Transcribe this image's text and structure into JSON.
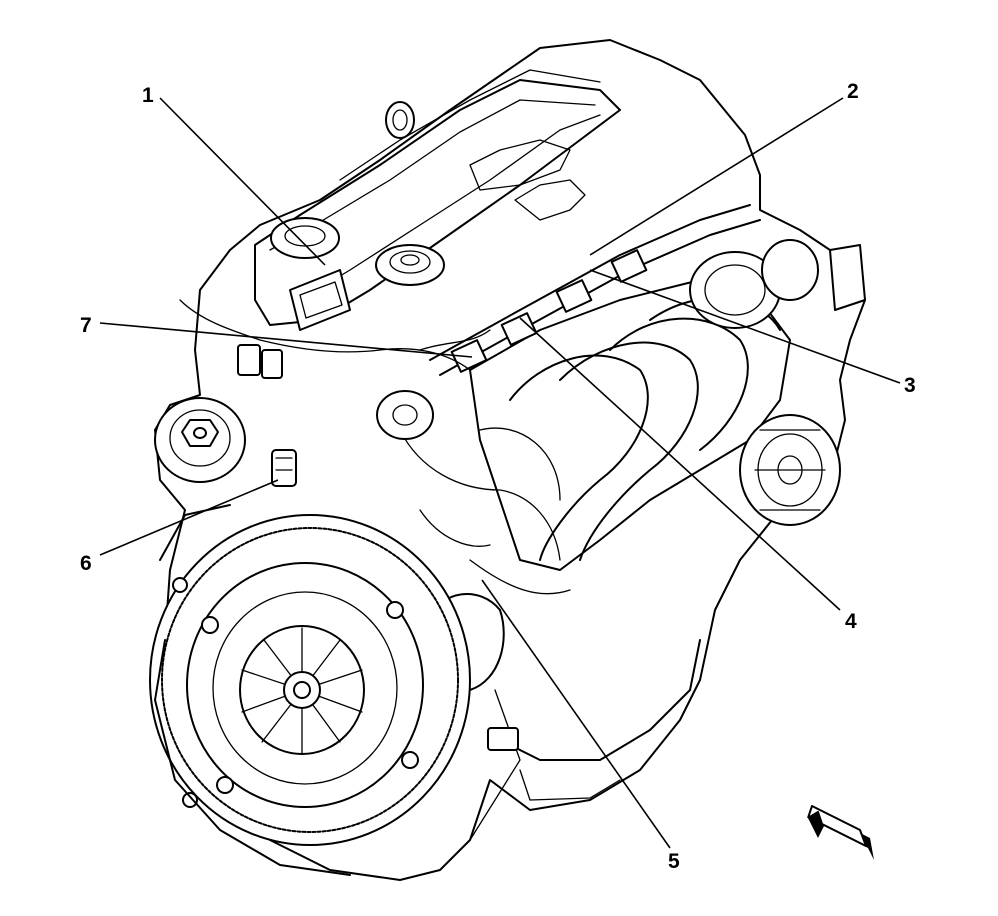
{
  "callouts": [
    {
      "id": "1",
      "label": "1"
    },
    {
      "id": "2",
      "label": "2"
    },
    {
      "id": "3",
      "label": "3"
    },
    {
      "id": "4",
      "label": "4"
    },
    {
      "id": "5",
      "label": "5"
    },
    {
      "id": "6",
      "label": "6"
    },
    {
      "id": "7",
      "label": "7"
    }
  ],
  "view_arrow": {
    "icon": "view-direction-arrow-icon"
  },
  "colors": {
    "ink": "#000000",
    "paper": "#ffffff"
  }
}
